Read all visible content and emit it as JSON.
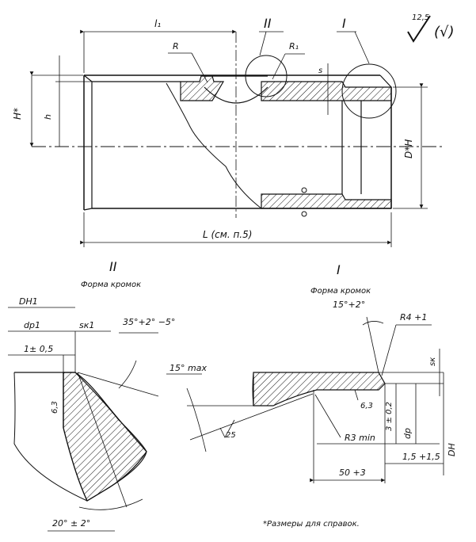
{
  "roughness": {
    "value": "12,5",
    "symbol": "√",
    "extra": "(√)"
  },
  "main_view": {
    "dims": {
      "l1": "l₁",
      "R": "R",
      "R1": "R₁",
      "s": "s",
      "H_star": "H*",
      "h": "h",
      "DH": "D*H",
      "L": "L (см. п.5)"
    },
    "zoom_labels": {
      "II": "II",
      "I": "I"
    }
  },
  "detail_II": {
    "title": "II",
    "subtitle": "Форма кромок",
    "dims": {
      "DH1": "DH1",
      "dp1": "dp1",
      "sk1": "sк1",
      "tol": "1± 0,5",
      "angle": "35°+2° −5°",
      "rough": "6,3",
      "bottom_angle": "20° ± 2°"
    }
  },
  "detail_I": {
    "title": "I",
    "subtitle": "Форма кромок",
    "dims": {
      "angle_top": "15°+2°",
      "R4": "R4 +1",
      "angle_max": "15° max",
      "sk": "sк",
      "rough1": "6,3",
      "tol": "3 ± 0,2",
      "dp": "dp",
      "DH": "DH",
      "R3min": "R3 min",
      "rough2": "25",
      "dim1": "1,5 +1,5",
      "dim50": "50 +3"
    }
  },
  "footnote": "*Размеры для справок."
}
